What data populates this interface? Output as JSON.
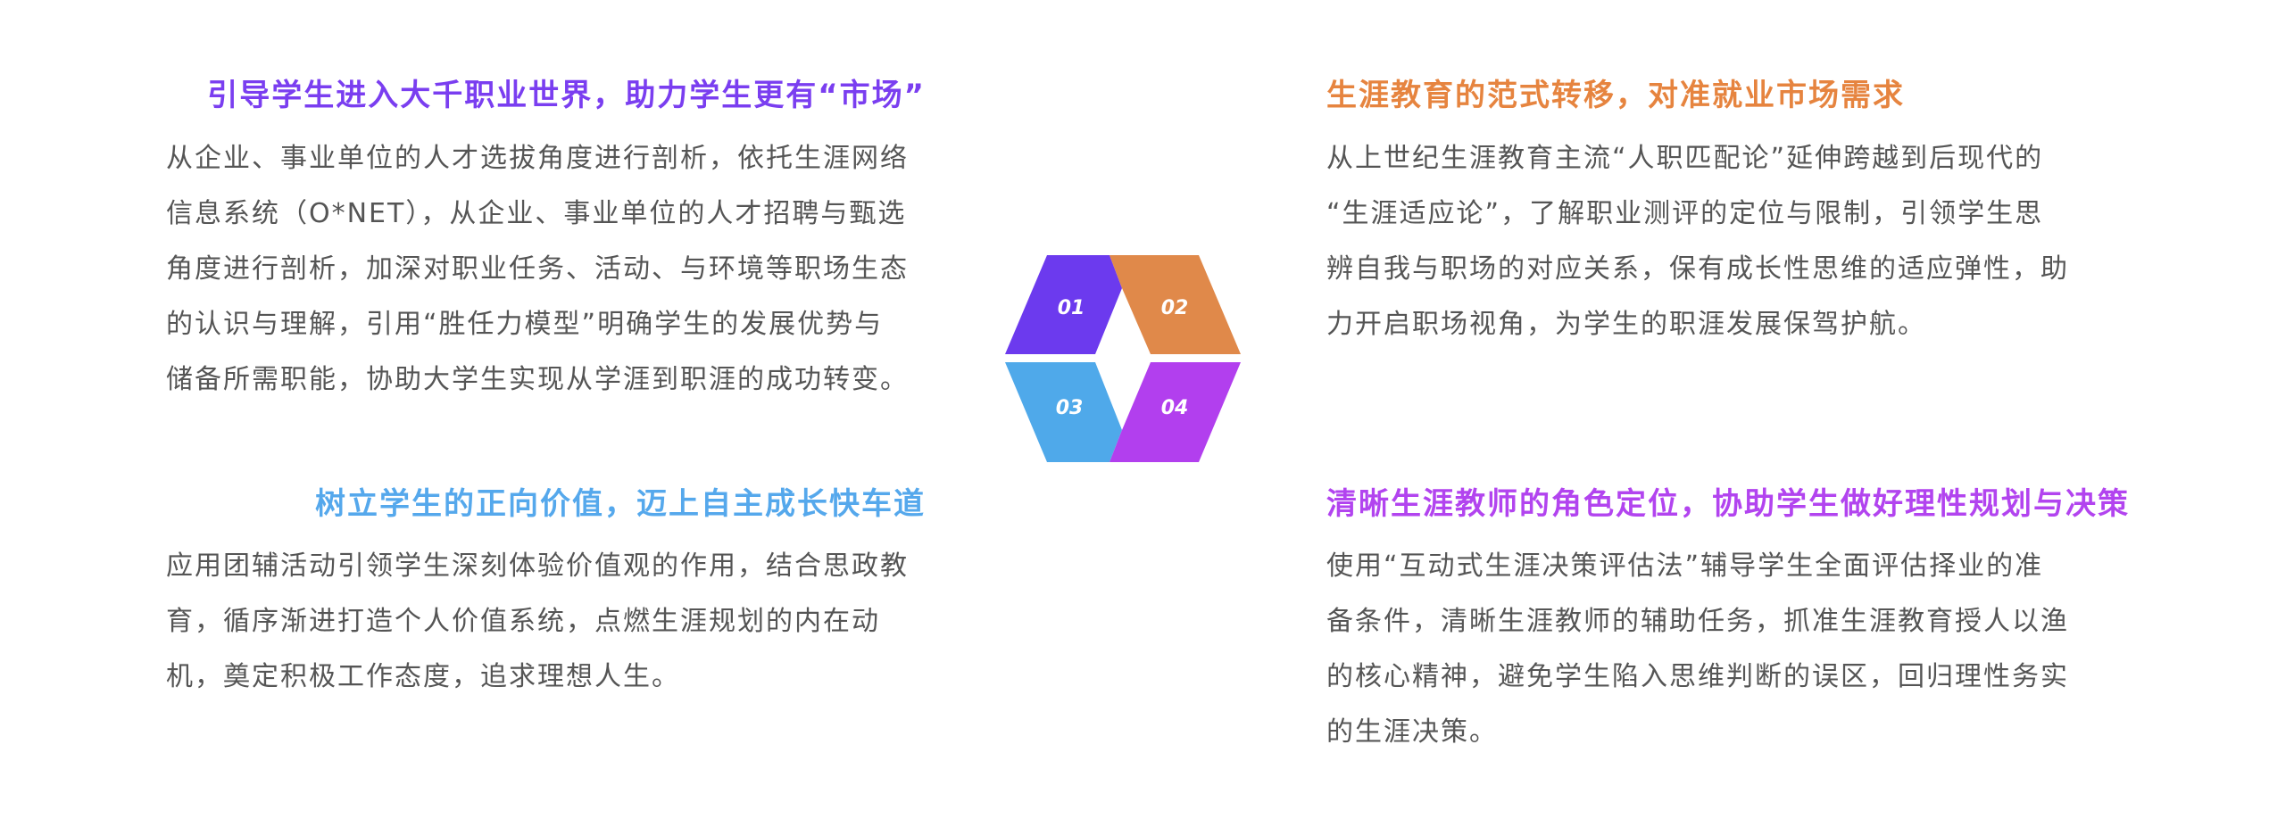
{
  "colors": {
    "section1": "#7a3ef0",
    "section2": "#e6843f",
    "section3": "#55a8ec",
    "section4": "#b244ef",
    "body_text": "#555555"
  },
  "hexagon": [
    {
      "label": "01",
      "color": "#6c3aee"
    },
    {
      "label": "02",
      "color": "#e0894a"
    },
    {
      "label": "03",
      "color": "#4fa9ea"
    },
    {
      "label": "04",
      "color": "#b23fee"
    }
  ],
  "sections": [
    {
      "title": "引导学生进入大千职业世界，助力学生更有“市场”",
      "lines": [
        "从企业、事业单位的人才选拔角度进行剖析，依托生涯网络",
        "信息系统（O*NET），从企业、事业单位的人才招聘与甄选",
        "角度进行剖析，加深对职业任务、活动、与环境等职场生态",
        "的认识与理解，引用“胜任力模型”明确学生的发展优势与",
        "储备所需职能，协助大学生实现从学涯到职涯的成功转变。"
      ]
    },
    {
      "title": "生涯教育的范式转移，对准就业市场需求",
      "lines": [
        "从上世纪生涯教育主流“人职匹配论”延伸跨越到后现代的",
        "“生涯适应论”，了解职业测评的定位与限制，引领学生思",
        "辨自我与职场的对应关系，保有成长性思维的适应弹性，助",
        "力开启职场视角，为学生的职涯发展保驾护航。"
      ]
    },
    {
      "title": "树立学生的正向价值，迈上自主成长快车道",
      "lines": [
        "应用团辅活动引领学生深刻体验价值观的作用，结合思政教",
        "育，循序渐进打造个人价值系统，点燃生涯规划的内在动",
        "机，奠定积极工作态度，追求理想人生。"
      ]
    },
    {
      "title": "清晰生涯教师的角色定位，协助学生做好理性规划与决策",
      "lines": [
        "使用“互动式生涯决策评估法”辅导学生全面评估择业的准",
        "备条件，清晰生涯教师的辅助任务，抓准生涯教育授人以渔",
        "的核心精神，避免学生陷入思维判断的误区，回归理性务实",
        "的生涯决策。"
      ]
    }
  ]
}
